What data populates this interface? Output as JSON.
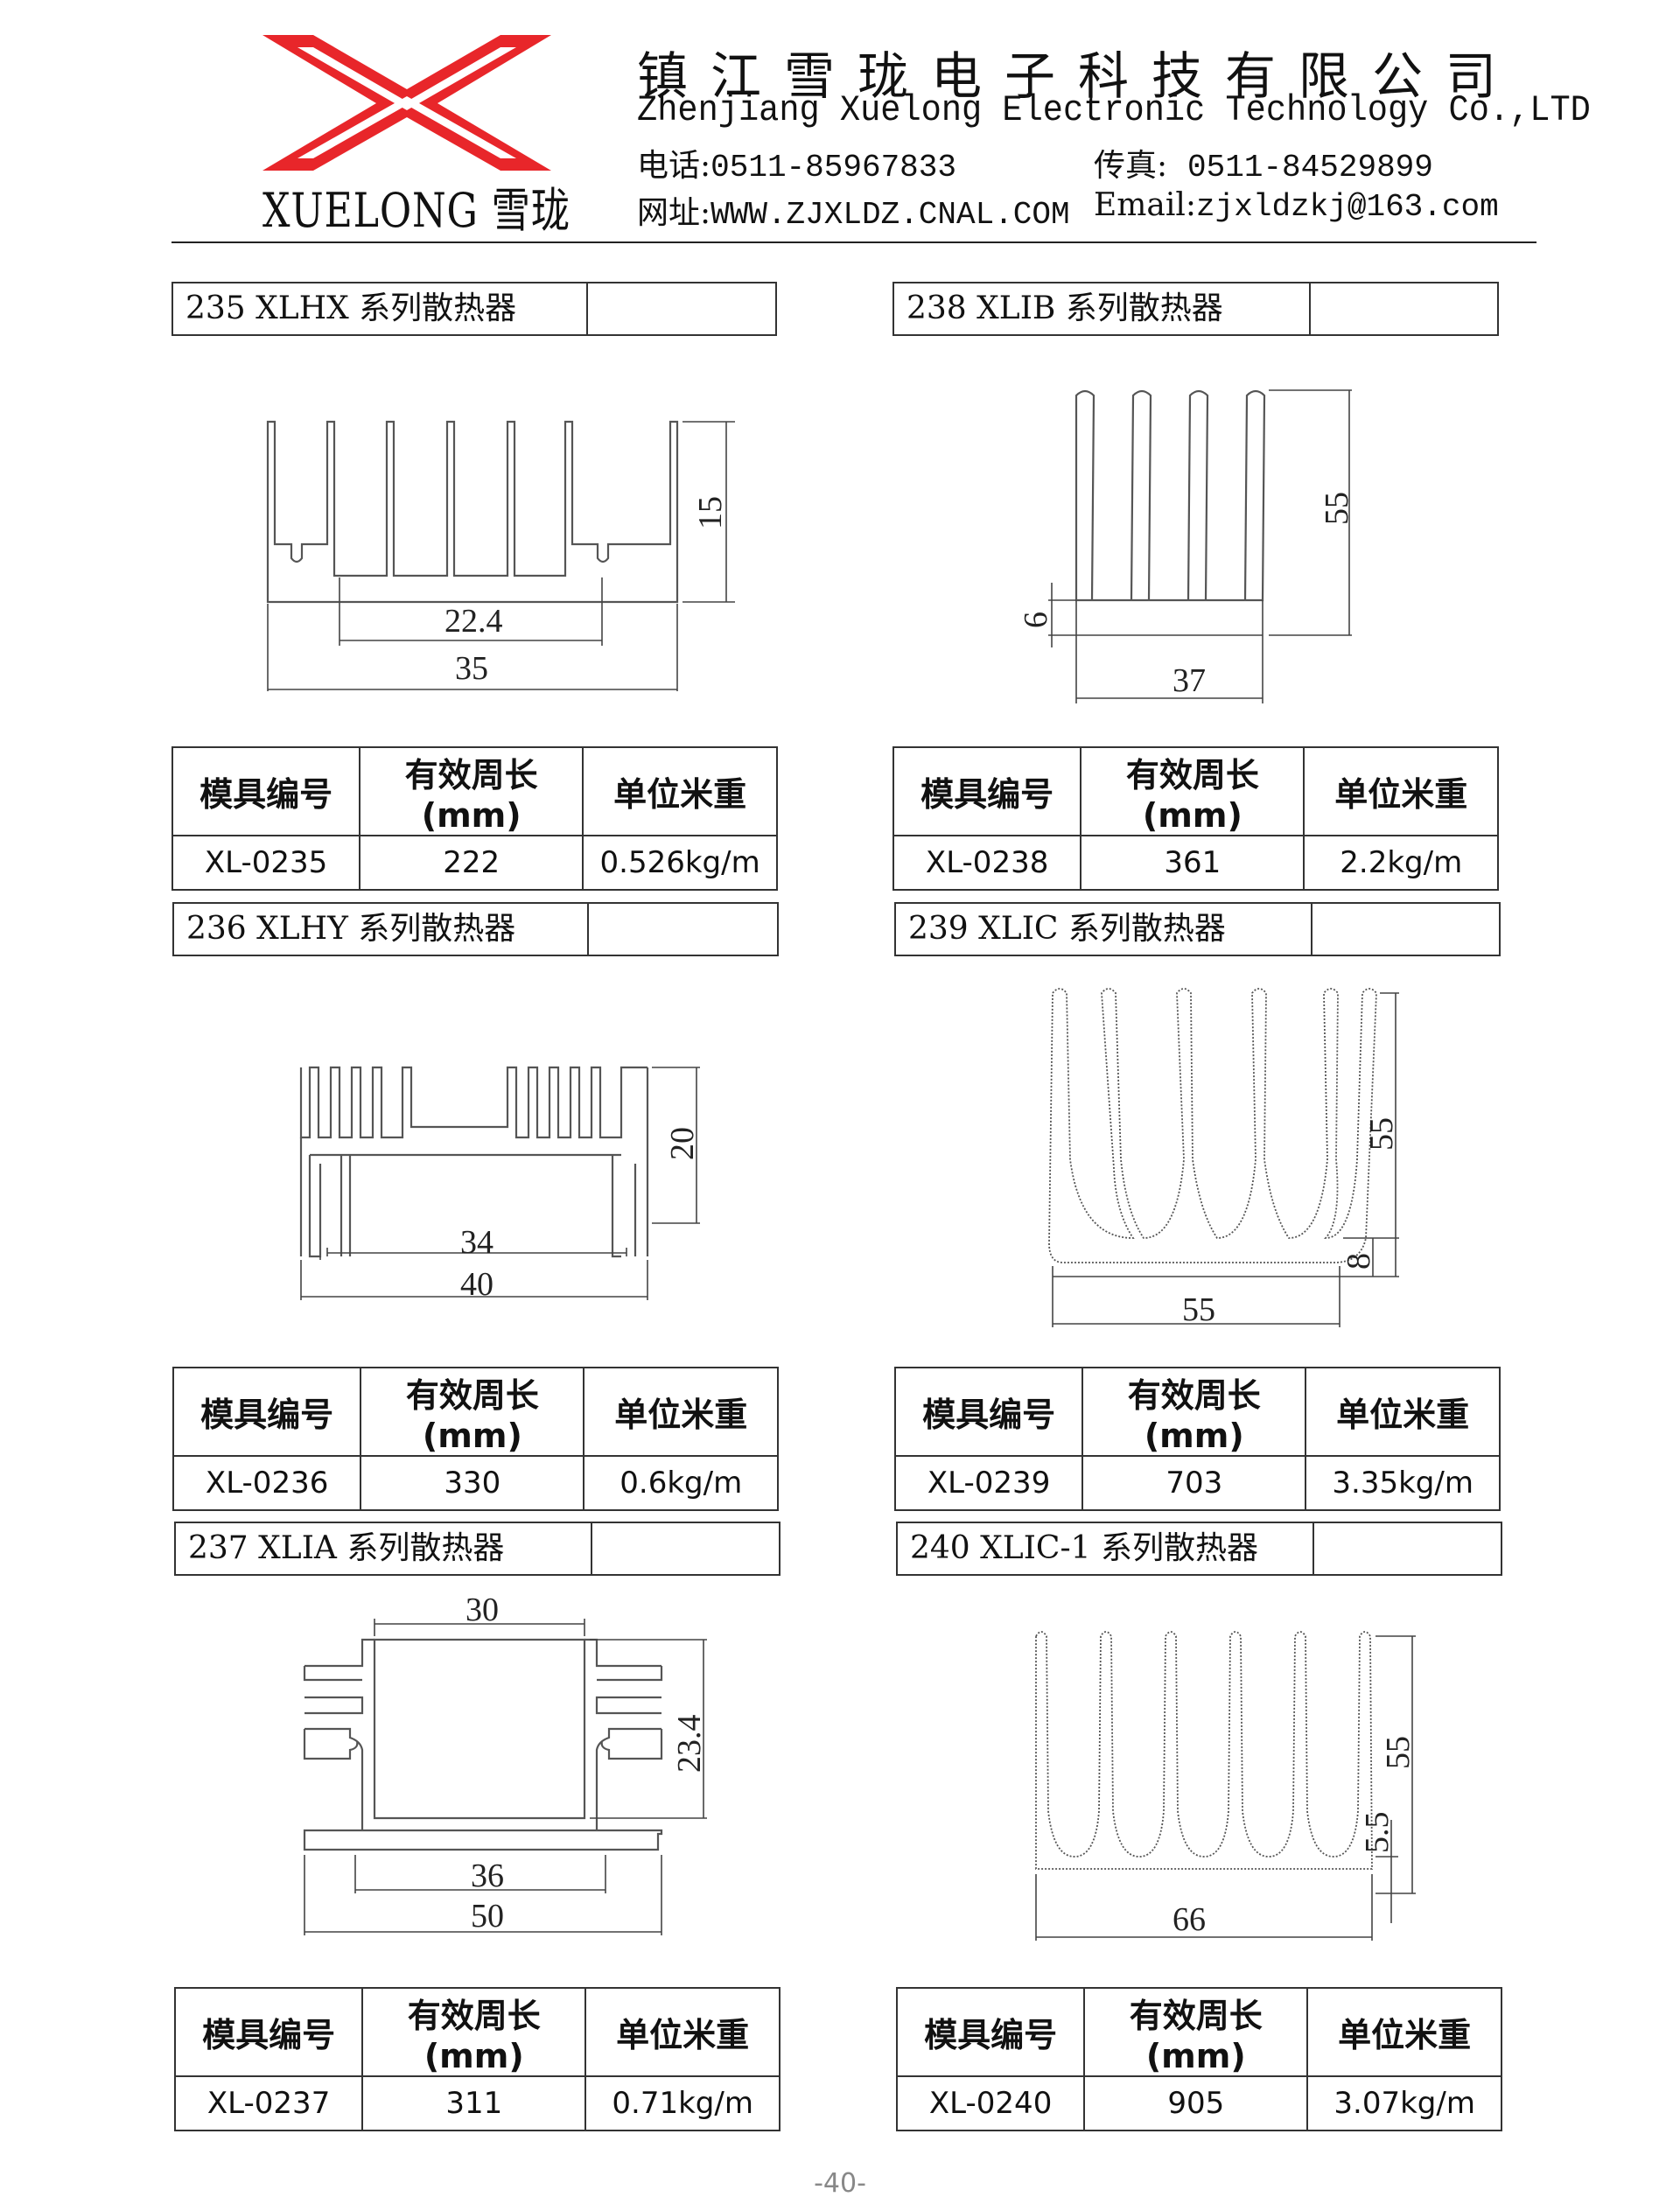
{
  "header": {
    "logo_brand": "XUELONG 雪珑",
    "company_cn": "镇江雪珑电子科技有限公司",
    "company_en": "Zhenjiang Xuelong Electronic Technology Co.,LTD",
    "phone_label": "电话:",
    "phone": "0511-85967833",
    "fax_label": "传真:",
    "fax": "0511-84529899",
    "web_label": "网址:",
    "web": "WWW.ZJXLDZ.CNAL.COM",
    "email_label": "Email:",
    "email": "zjxldzkj@163.com",
    "accent_color": "#e8262a"
  },
  "table_headers": {
    "mold": "模具编号",
    "perimeter": "有效周长(mm)",
    "weight": "单位米重"
  },
  "products": [
    {
      "title": "235 XLHX 系列散热器",
      "mold": "XL-0235",
      "perimeter": "222",
      "weight": "0.526kg/m",
      "dims": [
        "15",
        "22.4",
        "35"
      ]
    },
    {
      "title": "238 XLIB 系列散热器",
      "mold": "XL-0238",
      "perimeter": "361",
      "weight": "2.2kg/m",
      "dims": [
        "55",
        "6",
        "37"
      ]
    },
    {
      "title": "236 XLHY 系列散热器",
      "mold": "XL-0236",
      "perimeter": "330",
      "weight": "0.6kg/m",
      "dims": [
        "20",
        "34",
        "40"
      ]
    },
    {
      "title": "239 XLIC 系列散热器",
      "mold": "XL-0239",
      "perimeter": "703",
      "weight": "3.35kg/m",
      "dims": [
        "55",
        "8",
        "55"
      ]
    },
    {
      "title": "237 XLIA 系列散热器",
      "mold": "XL-0237",
      "perimeter": "311",
      "weight": "0.71kg/m",
      "dims": [
        "30",
        "23.4",
        "36",
        "50"
      ]
    },
    {
      "title": "240 XLIC-1 系列散热器",
      "mold": "XL-0240",
      "perimeter": "905",
      "weight": "3.07kg/m",
      "dims": [
        "55",
        "5.5",
        "66"
      ]
    }
  ],
  "page_number": "-40-"
}
